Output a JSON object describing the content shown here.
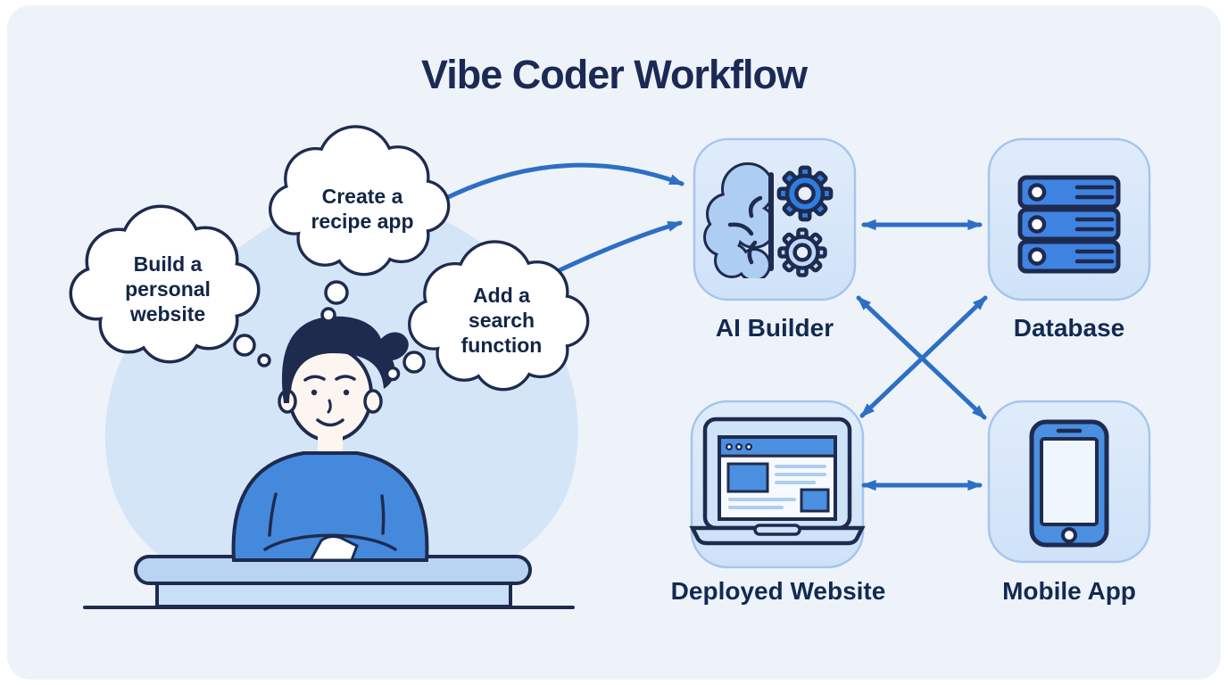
{
  "title": "Vibe Coder Workflow",
  "scene": {
    "description": "Person thinking at a desk with idea thought bubbles feeding an AI Builder that connects to Database, Deployed Website and Mobile App",
    "person": "person-at-desk-thinking"
  },
  "thought_bubbles": [
    {
      "id": "build-personal-website",
      "text": "Build a personal website",
      "lines": [
        "Build a",
        "personal",
        "website"
      ]
    },
    {
      "id": "create-recipe-app",
      "text": "Create a recipe app",
      "lines": [
        "Create a",
        "recipe app"
      ]
    },
    {
      "id": "add-search-function",
      "text": "Add a search function",
      "lines": [
        "Add a",
        "search",
        "function"
      ]
    }
  ],
  "nodes": [
    {
      "id": "ai-builder",
      "label": "AI Builder",
      "icon": "brain-gears-icon"
    },
    {
      "id": "database",
      "label": "Database",
      "icon": "server-stack-icon"
    },
    {
      "id": "deployed-website",
      "label": "Deployed Website",
      "icon": "laptop-browser-icon"
    },
    {
      "id": "mobile-app",
      "label": "Mobile App",
      "icon": "smartphone-icon"
    }
  ],
  "connections": [
    {
      "from": "create-recipe-app",
      "to": "ai-builder",
      "style": "curved",
      "bidirectional": false
    },
    {
      "from": "add-search-function",
      "to": "ai-builder",
      "style": "curved",
      "bidirectional": false
    },
    {
      "from": "ai-builder",
      "to": "database",
      "style": "straight",
      "bidirectional": true
    },
    {
      "from": "ai-builder",
      "to": "mobile-app",
      "style": "diagonal",
      "bidirectional": true
    },
    {
      "from": "database",
      "to": "deployed-website",
      "style": "diagonal",
      "bidirectional": true
    },
    {
      "from": "deployed-website",
      "to": "mobile-app",
      "style": "straight",
      "bidirectional": true
    }
  ],
  "colors": {
    "page_bg": "#ffffff",
    "canvas_bg": "#eef3fa",
    "navy_outline": "#1e2b4f",
    "title_navy": "#1b2a55",
    "arrow_blue": "#2d6fc4",
    "node_fill": "#d9e7fa",
    "node_border": "#a4c6ee",
    "icon_blue": "#3f83e3",
    "icon_light_blue": "#bed9f7",
    "blob_blue": "#d5e5f8",
    "shirt_blue": "#4589dd"
  }
}
